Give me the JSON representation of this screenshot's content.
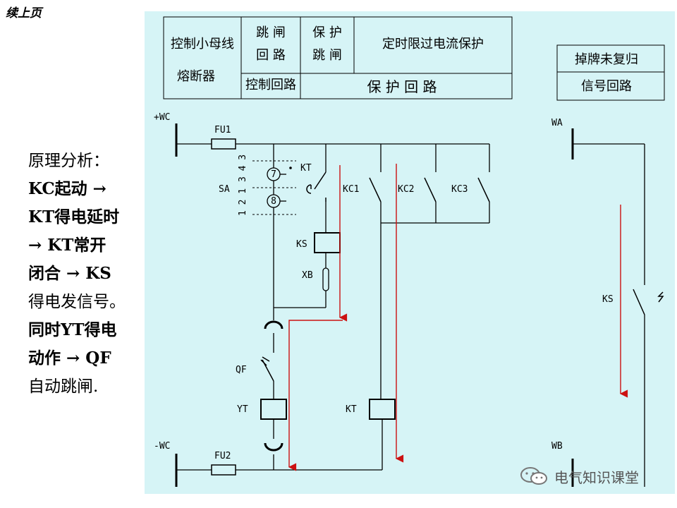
{
  "continued_label": "续上页",
  "analysis": {
    "lines": [
      "原理分析：",
      "KC起动 →",
      "KT得电延时",
      "→ KT常开",
      "闭合 → KS",
      "得电发信号。",
      "同时YT得电",
      "动作 → QF",
      "自动跳闸."
    ]
  },
  "header_table": {
    "fuse_top": "控制小母线",
    "fuse_bottom": "熔断器",
    "trip_top": "跳 闸",
    "trip_bottom": "回 路",
    "protect_top": "保 护",
    "protect_bottom": "跳 闸",
    "control_loop": "控制回路",
    "overcurrent": "定时限过电流保护",
    "protection_loop": "保 护 回 路"
  },
  "signal_table": {
    "top": "掉牌未复归",
    "bottom": "信号回路"
  },
  "labels": {
    "plus_wc": "+WC",
    "minus_wc": "-WC",
    "fu1": "FU1",
    "fu2": "FU2",
    "sa": "SA",
    "kt_contact": "KT",
    "kc1": "KC1",
    "kc2": "KC2",
    "kc3": "KC3",
    "ks_coil": "KS",
    "xb": "XB",
    "qf": "QF",
    "yt": "YT",
    "kt_coil": "KT",
    "wa": "WA",
    "wb": "WB",
    "ks_contact": "KS",
    "sa_pos_top": "7",
    "sa_pos_bottom": "8",
    "sa_cols_top": "3 4 3",
    "sa_cols_bottom": "1 2 1",
    "ks_contact_mark": "Z"
  },
  "watermark": "电气知识课堂",
  "colors": {
    "panel": "#d6f4f6",
    "wire": "#000000",
    "arrow": "#cc1111"
  }
}
